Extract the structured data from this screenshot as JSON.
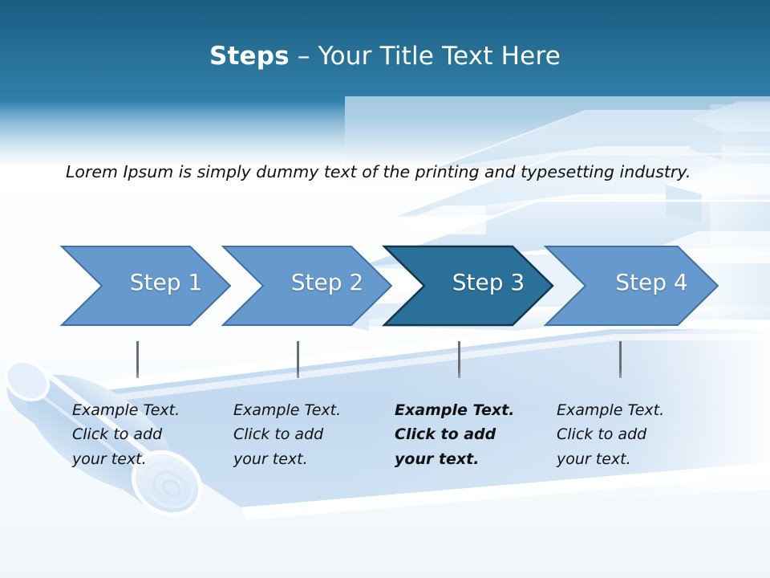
{
  "slide": {
    "title_bold": "Steps",
    "title_rest": " – Your Title Text Here",
    "body_text": "Lorem Ipsum is simply dummy text of the printing and typesetting industry."
  },
  "colors": {
    "header_top": "#1b5c80",
    "header_bottom": "#3080ab",
    "chevron_fill": "#6699cc",
    "chevron_stroke": "#3f6fa3",
    "chevron_active_fill": "#2a7099",
    "chevron_active_stroke": "#12364d",
    "carpet_fill": "#c5dcf0",
    "tick_color": "#6b6f73",
    "title_color": "#ffffff",
    "text_color": "#111111"
  },
  "steps": [
    {
      "label": "Step 1",
      "active": false,
      "caption": "Example Text. Click  to add your text.",
      "caption_lines": [
        "Example Text.",
        "Click  to add",
        "your text."
      ]
    },
    {
      "label": "Step 2",
      "active": false,
      "caption": "Example Text. Click  to add your text.",
      "caption_lines": [
        "Example Text.",
        "Click  to add",
        "your text."
      ]
    },
    {
      "label": "Step 3",
      "active": true,
      "caption": "Example Text. Click  to add your text.",
      "caption_lines": [
        "Example Text.",
        "Click  to add",
        "your text."
      ]
    },
    {
      "label": "Step 4",
      "active": false,
      "caption": "Example Text. Click  to add your text.",
      "caption_lines": [
        "Example Text.",
        "Click  to add",
        "your text."
      ]
    }
  ],
  "decorations": {
    "staircase": "3d-staircase-graphic",
    "carpet": "rolled-carpet-graphic"
  }
}
